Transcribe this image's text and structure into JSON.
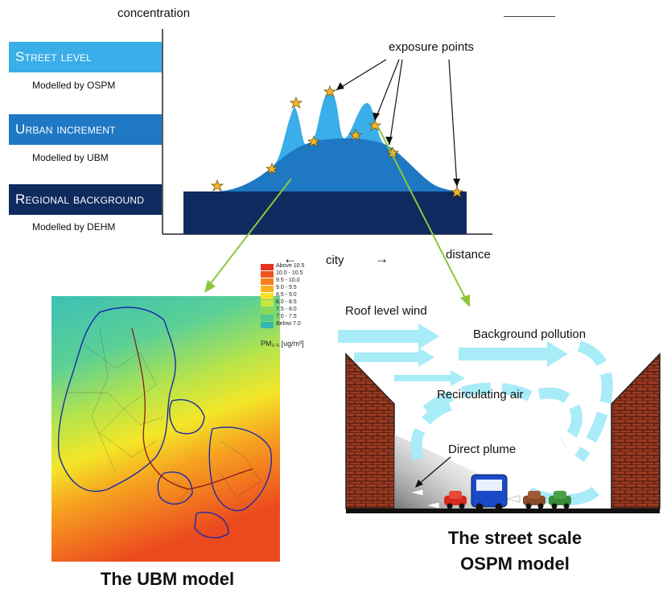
{
  "chart": {
    "y_label": "concentration",
    "x_label": "distance",
    "city_label": "city",
    "arrow_left": "←",
    "arrow_right": "→",
    "exposure_label": "exposure points"
  },
  "levels": [
    {
      "title": "Street level",
      "subtitle": "Modelled by OSPM",
      "color": "#3aaee8"
    },
    {
      "title": "Urban increment",
      "subtitle": "Modelled by UBM",
      "color": "#1f78c4"
    },
    {
      "title": "Regional background",
      "subtitle": "Modelled by DEHM",
      "color": "#0e2a5e"
    }
  ],
  "ubm": {
    "caption": "The UBM model",
    "legend_unit": "PM₂.₅ [ug/m³]",
    "legend": [
      {
        "label": "Above 10.5",
        "color": "#e8321e"
      },
      {
        "label": "10.0 - 10.5",
        "color": "#f0561e"
      },
      {
        "label": "9.5 - 10.0",
        "color": "#f4821e"
      },
      {
        "label": "9.0 - 9.5",
        "color": "#f8b01e"
      },
      {
        "label": "8.5 - 9.0",
        "color": "#f8e024"
      },
      {
        "label": "8.0 - 8.5",
        "color": "#c8e83c"
      },
      {
        "label": "7.5 - 8.0",
        "color": "#8ad85a"
      },
      {
        "label": "7.0 - 7.5",
        "color": "#52c88a"
      },
      {
        "label": "Below 7.0",
        "color": "#34b8b0"
      }
    ]
  },
  "ospm": {
    "caption_line1": "The street scale",
    "caption_line2": "OSPM model",
    "roof_wind": "Roof level wind",
    "background": "Background pollution",
    "recirc": "Recirculating air",
    "plume": "Direct plume"
  },
  "colors": {
    "street": "#3aaee8",
    "urban": "#1f78c4",
    "regional": "#0e2a5e",
    "arrow_green": "#8cc63f",
    "wind": "#a8ecf8",
    "brick": "#9a3a22"
  }
}
